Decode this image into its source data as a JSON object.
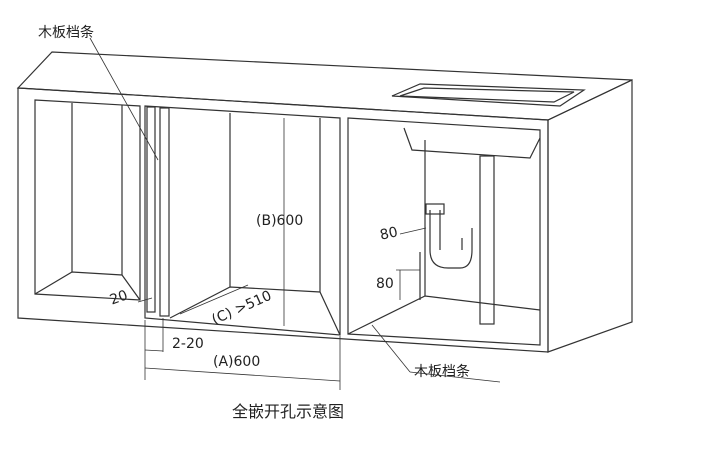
{
  "labels": {
    "top_left_label": "木板档条",
    "bottom_right_label": "木板档条",
    "dim_b": "(B)600",
    "dim_c": "(C) >510",
    "dim_a": "(A)600",
    "dim_gap": "2-20",
    "dim_20": "20",
    "dim_80_top": "80",
    "dim_80_side": "80"
  },
  "title": "全嵌开孔示意图",
  "colors": {
    "line": "#333333",
    "background": "#ffffff"
  }
}
